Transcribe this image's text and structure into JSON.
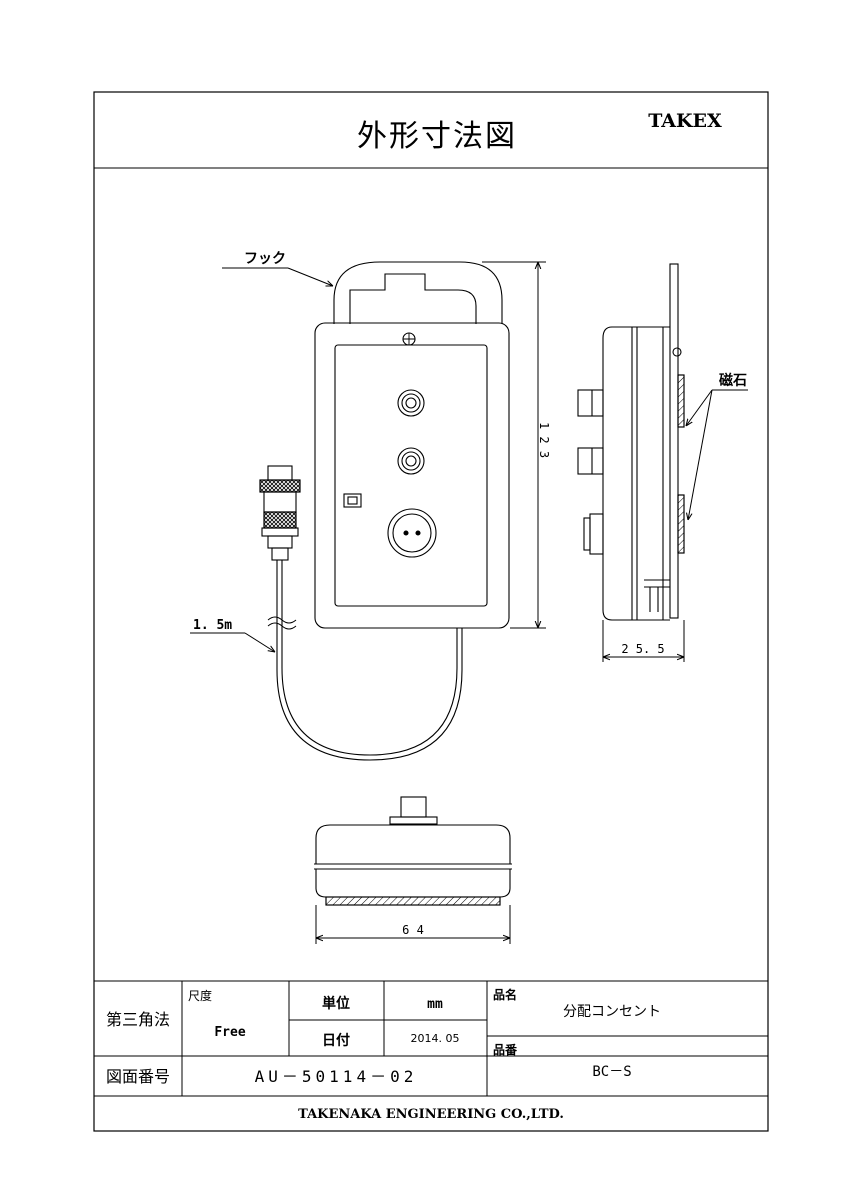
{
  "header": {
    "title": "外形寸法図",
    "brand": "TAKEX"
  },
  "drawing": {
    "hook_label": "フック",
    "magnet_label": "磁石",
    "cable_label": "1. 5m",
    "dim_height": "1 2 3",
    "dim_depth": "2 5. 5",
    "dim_width": "6 4"
  },
  "title_block": {
    "projection": "第三角法",
    "scale_label": "尺度",
    "scale_value": "Free",
    "unit_label": "単位",
    "unit_value": "mm",
    "date_label": "日付",
    "date_value": "2014. 05",
    "product_name_label": "品名",
    "product_name_value": "分配コンセント",
    "drawing_no_label": "図面番号",
    "drawing_no_value": "AU－50114－02",
    "part_no_label": "品番",
    "part_no_value": "BC－S",
    "company": "TAKENAKA ENGINEERING CO.,LTD."
  }
}
